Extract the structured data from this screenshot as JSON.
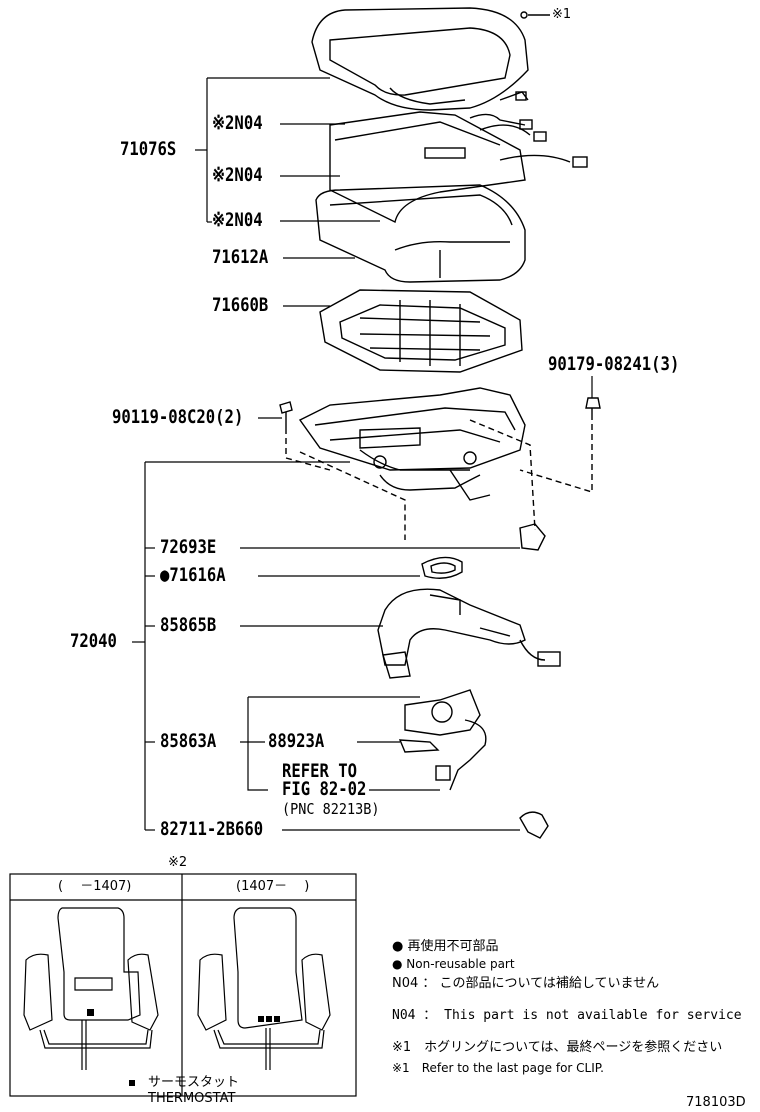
{
  "labels": {
    "clip_ref": "※1",
    "parts": {
      "p71076S": "71076S",
      "n04_a": "※2N04",
      "n04_b": "※2N04",
      "n04_c": "※2N04",
      "p71612A": "71612A",
      "p71660B": "71660B",
      "p90179": "90179-08241(3)",
      "p90119": "90119-08C20(2)",
      "p72693E": "72693E",
      "p71616A": "●71616A",
      "p72040": "72040",
      "p85865B": "85865B",
      "p85863A": "85863A",
      "p88923A": "88923A",
      "refer1": "REFER TO",
      "refer2": "FIG 82-02",
      "refer3": "(PNC 82213B)",
      "p82711": "82711-2B660"
    },
    "inset": {
      "mark": "※2",
      "left_range": "(　 －1407)",
      "right_range": "(1407－　 )",
      "thermostat_jp": "サーモスタット",
      "thermostat_en": "THERMOSTAT"
    },
    "notes": {
      "n1": "● 再使用不可部品",
      "n2": "● Non-reusable part",
      "n3": "N04 ： この部品については補給していません",
      "n4": "N04 ： This part is not available for service",
      "n5": "※1　ホグリングについては、最終ページを参照ください",
      "n6": "※1　Refer to the last page for CLIP."
    },
    "diagram_id": "718103D"
  }
}
